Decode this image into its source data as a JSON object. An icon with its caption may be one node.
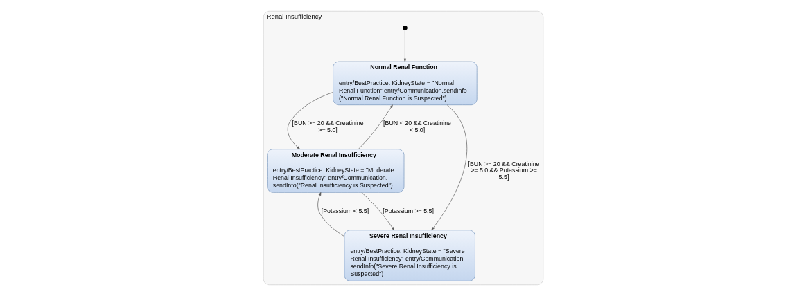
{
  "diagram": {
    "nodes": [
      {
        "text": [
          "Renal Insufficiency"
        ]
      },
      {
        "text": [],
        "shape": "circle",
        "in": 0
      },
      {
        "text": [
          "Normal Renal Function",
          "entry/BestPractice. KidneyState = \"Normal Renal Function\" entry/Communication.sendInfo (\"Normal Renal Function is Suspected\")"
        ],
        "in": 0
      },
      {
        "text": [
          "Moderate Renal Insufficiency",
          "entry/BestPractice. KidneyState = \"Moderate Renal Insufficiency\" entry/Communication. sendInfo(\"Renal Insufficiency is Suspected\")"
        ],
        "in": 0
      },
      {
        "text": [
          "Severe Renal Insufficiency",
          "entry/BestPractice. KidneyState = \"Severe Renal Insufficiency\" entry/Communication. sendInfo(\"Severe Renal Insufficiency is Suspected\")"
        ],
        "in": 0
      }
    ],
    "edges": [
      {
        "from": 1,
        "to": 2,
        "arrow": "to"
      },
      {
        "from": 3,
        "to": 2,
        "arrow": "to",
        "label": "[BUN < 20 && Creatinine < 5.0]"
      },
      {
        "from": 2,
        "to": 3,
        "arrow": "to",
        "label": "[BUN >= 20 && Creatinine >= 5.0]"
      },
      {
        "from": 2,
        "to": 4,
        "arrow": "to",
        "label": "[BUN >= 20 && Creatinine >= 5.0 && Potassium >= 5.5]"
      },
      {
        "from": 3,
        "to": 4,
        "arrow": "to",
        "label": "[Potassium >= 5.5]"
      },
      {
        "from": 4,
        "to": 3,
        "arrow": "to",
        "label": "[Potassium < 5.5]"
      }
    ]
  }
}
